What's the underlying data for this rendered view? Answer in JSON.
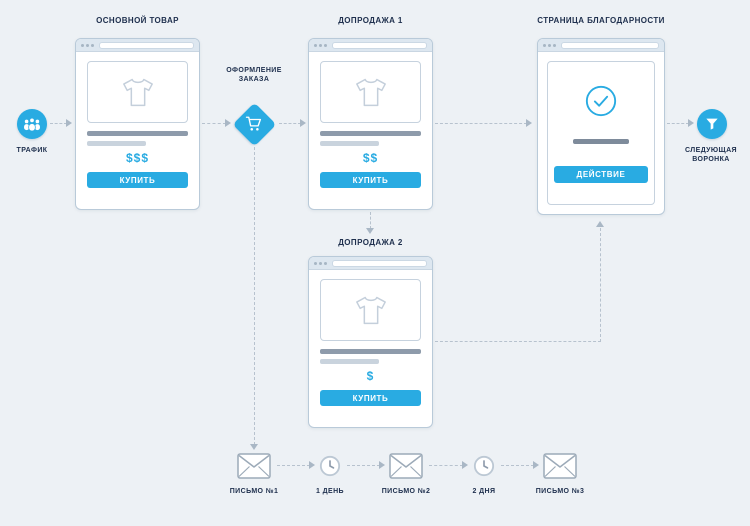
{
  "colors": {
    "accent": "#29abe2",
    "text_dark": "#1e2f4d",
    "background": "#edf1f5"
  },
  "traffic": {
    "label": "ТРАФИК"
  },
  "main_product": {
    "title": "ОСНОВНОЙ ТОВАР",
    "price": "$$$",
    "buy_button": "КУПИТЬ"
  },
  "checkout": {
    "label": "ОФОРМЛЕНИЕ ЗАКАЗА"
  },
  "upsell1": {
    "title": "ДОПРОДАЖА 1",
    "price": "$$",
    "buy_button": "КУПИТЬ"
  },
  "upsell2": {
    "title": "ДОПРОДАЖА 2",
    "price": "$",
    "buy_button": "КУПИТЬ"
  },
  "thank_you": {
    "title": "СТРАНИЦА БЛАГОДАРНОСТИ",
    "action_button": "ДЕЙСТВИЕ"
  },
  "next_funnel": {
    "label": "СЛЕДУЮЩАЯ ВОРОНКА"
  },
  "emails": [
    {
      "icon": "envelope",
      "label": "ПИСЬМО №1"
    },
    {
      "icon": "clock",
      "label": "1 ДЕНЬ"
    },
    {
      "icon": "envelope",
      "label": "ПИСЬМО №2"
    },
    {
      "icon": "clock",
      "label": "2 ДНЯ"
    },
    {
      "icon": "envelope",
      "label": "ПИСЬМО №3"
    }
  ]
}
